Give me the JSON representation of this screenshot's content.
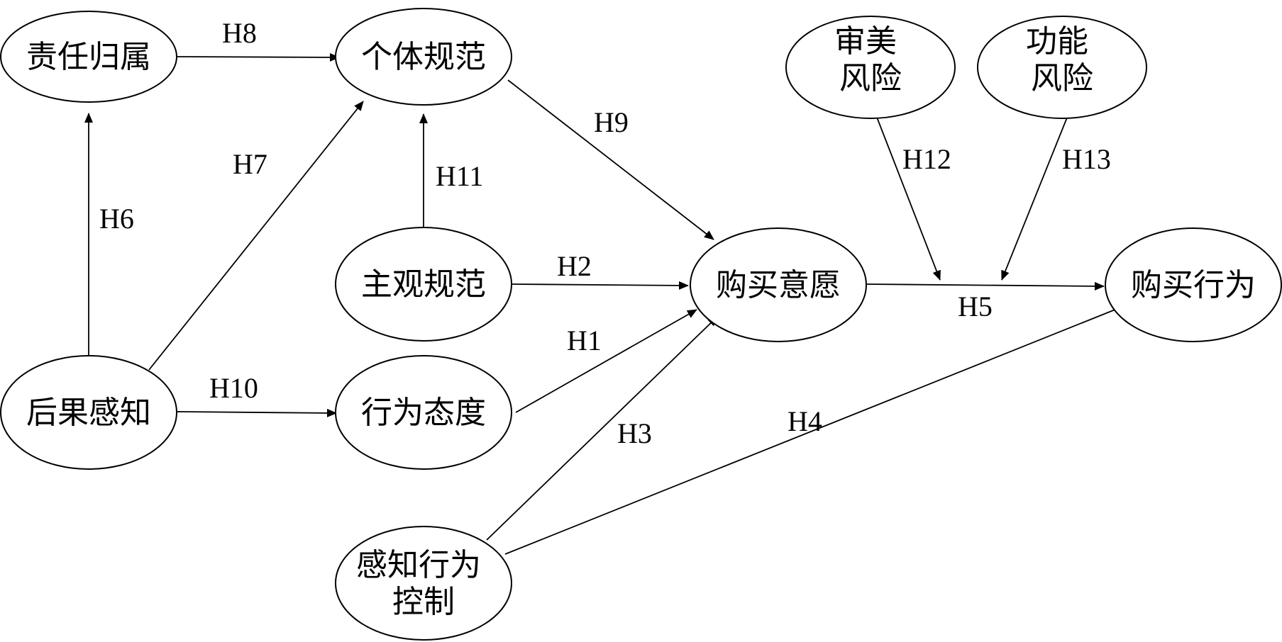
{
  "nodes": {
    "responsibility": "责任归属",
    "personal_norm": "个体规范",
    "aesthetic_risk": [
      "审美",
      "风险"
    ],
    "functional_risk": [
      "功能",
      "风险"
    ],
    "subjective_norm": "主观规范",
    "purchase_intention": "购买意愿",
    "purchase_behavior": "购买行为",
    "consequence_awareness": "后果感知",
    "behavior_attitude": "行为态度",
    "perceived_control": [
      "感知行为",
      "控制"
    ]
  },
  "edges": {
    "h1": "H1",
    "h2": "H2",
    "h3": "H3",
    "h4": "H4",
    "h5": "H5",
    "h6": "H6",
    "h7": "H7",
    "h8": "H8",
    "h9": "H9",
    "h10": "H10",
    "h11": "H11",
    "h12": "H12",
    "h13": "H13"
  }
}
